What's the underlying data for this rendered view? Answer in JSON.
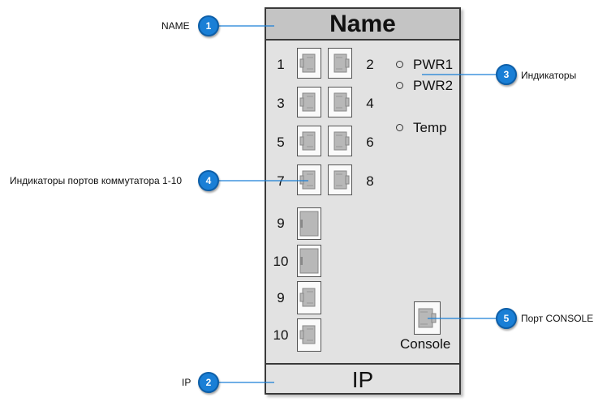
{
  "device": {
    "name": "Name",
    "ip": "IP",
    "ports": [
      {
        "label": "1"
      },
      {
        "label": "2"
      },
      {
        "label": "3"
      },
      {
        "label": "4"
      },
      {
        "label": "5"
      },
      {
        "label": "6"
      },
      {
        "label": "7"
      },
      {
        "label": "8"
      },
      {
        "label": "9"
      },
      {
        "label": "10"
      },
      {
        "label": "9"
      },
      {
        "label": "10"
      }
    ],
    "indicators": [
      "PWR1",
      "PWR2",
      "Temp"
    ],
    "console_label": "Console"
  },
  "callouts": [
    {
      "number": "1",
      "text": "NAME"
    },
    {
      "number": "2",
      "text": "IP"
    },
    {
      "number": "3",
      "text": "Индикаторы"
    },
    {
      "number": "4",
      "text": "Индикаторы портов коммутатора 1-10"
    },
    {
      "number": "5",
      "text": "Порт CONSOLE"
    }
  ],
  "colors": {
    "badge": "#1a7fd6",
    "callout_line": "#1a7fd6",
    "panel": "#e2e2e2",
    "header": "#c4c4c4"
  }
}
